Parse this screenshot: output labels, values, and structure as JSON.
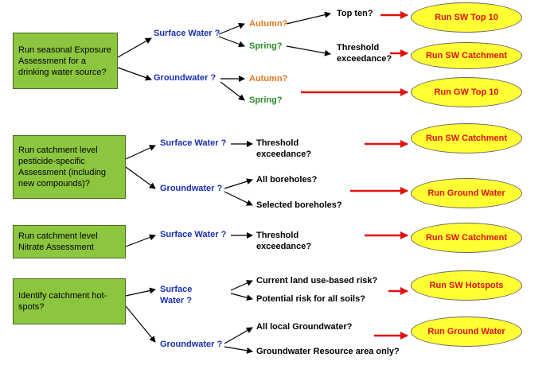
{
  "questions": {
    "q1": "Run seasonal Exposure Assessment for a drinking water source?",
    "q2": "Run catchment level pesticide-specific Assessment (including new compounds)?",
    "q3": "Run catchment level Nitrate Assessment",
    "q4": "Identify catchment hot-spots?"
  },
  "labels": {
    "surface_water": "Surface Water ?",
    "surface_water_2": "Surface Water ?",
    "surface_water_3": "Surface Water ?",
    "surface_water_4a": "Surface",
    "surface_water_4b": "Water ?",
    "groundwater_1": "Groundwater ?",
    "groundwater_2": "Groundwater ?",
    "groundwater_4": "Groundwater ?",
    "autumn_1": "Autumn?",
    "spring_1": "Spring?",
    "autumn_2": "Autumn?",
    "spring_2": "Spring?",
    "top_ten": "Top ten?",
    "threshold_1a": "Threshold",
    "threshold_1b": "exceedance?",
    "threshold_2a": "Threshold",
    "threshold_2b": "exceedance?",
    "all_boreholes": "All boreholes?",
    "selected_boreholes": "Selected boreholes?",
    "threshold_3a": "Threshold",
    "threshold_3b": "exceedance?",
    "current_land": "Current land use-based risk?",
    "potential_risk": "Potential risk for all soils?",
    "all_local_gw": "All local Groundwater?",
    "gw_resource": "Groundwater Resource area only?"
  },
  "actions": {
    "sw_top10": "Run SW Top 10",
    "sw_catchment_1": "Run SW Catchment",
    "gw_top10": "Run GW Top 10",
    "sw_catchment_2": "Run SW Catchment",
    "ground_water_1": "Run Ground Water",
    "sw_catchment_3": "Run SW Catchment",
    "sw_hotspots": "Run SW Hotspots",
    "ground_water_2": "Run Ground Water"
  },
  "colors": {
    "box_fill": "#8cc63f",
    "oval_fill": "#ffff33",
    "red_arrow": "#e01010",
    "blue_label": "#1a2fb0",
    "orange_label": "#e07a1f",
    "green_label": "#2a8a2a"
  }
}
